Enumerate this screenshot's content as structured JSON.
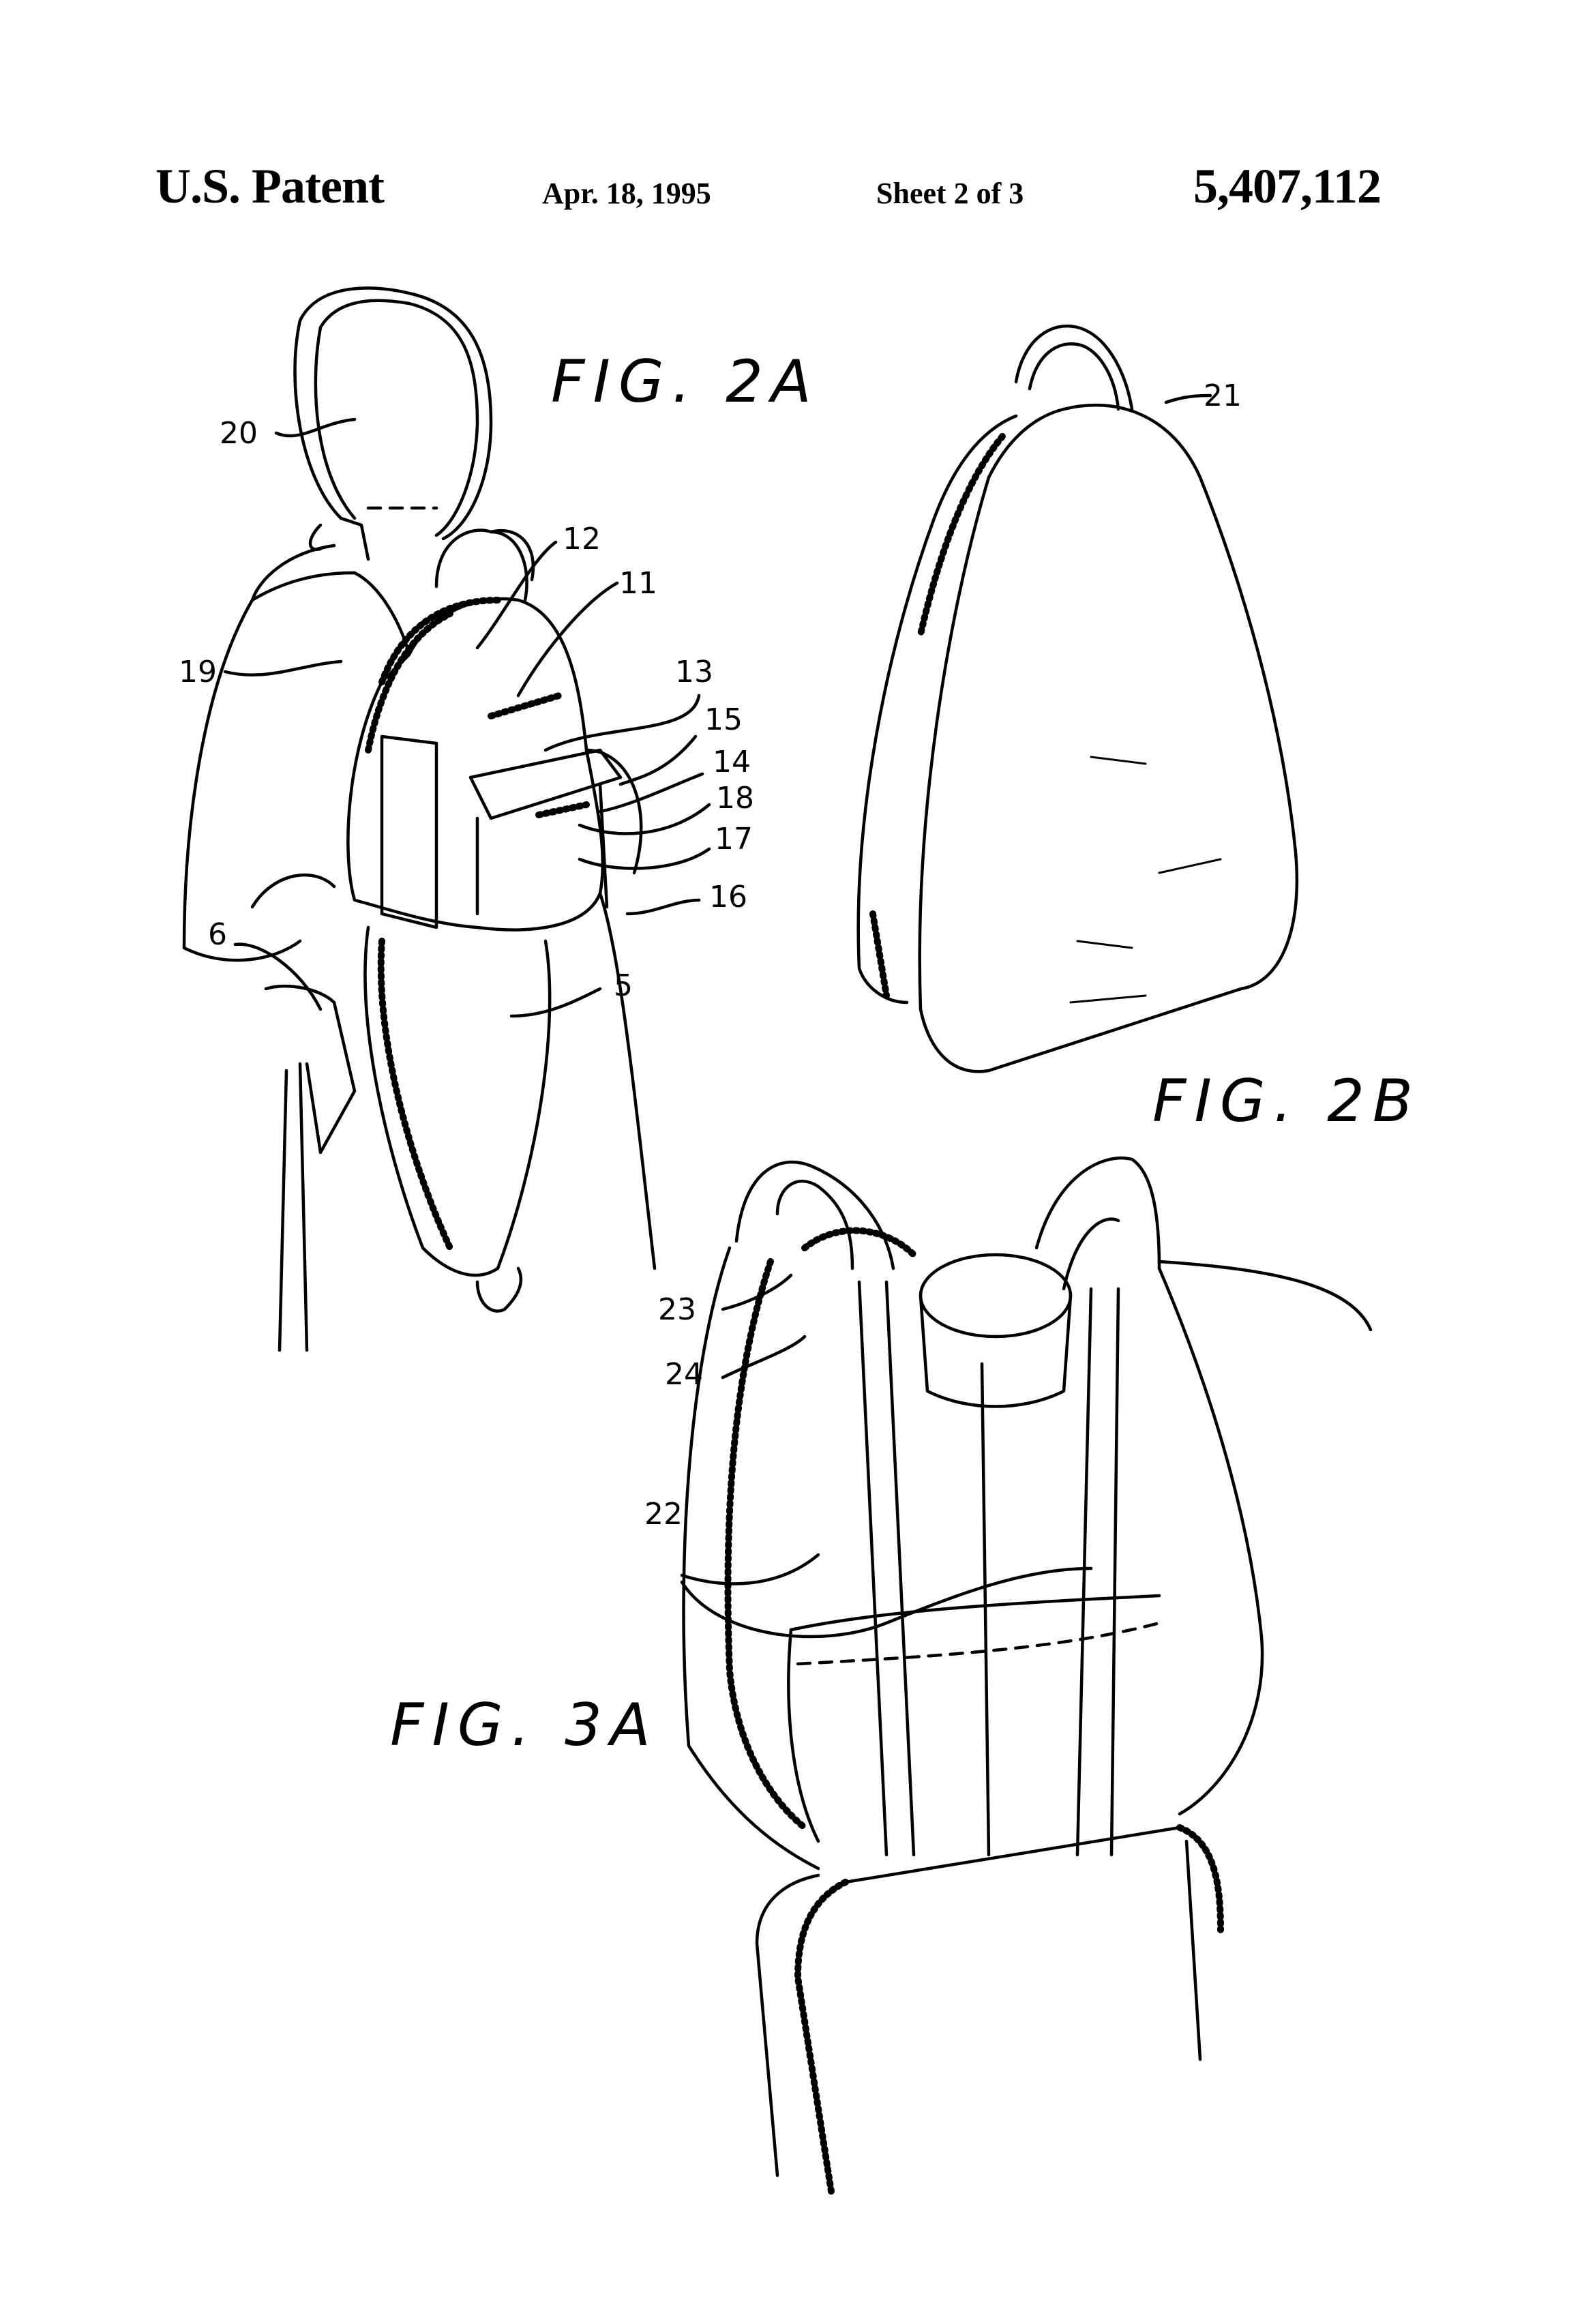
{
  "header": {
    "left": "U.S. Patent",
    "date": "Apr. 18, 1995",
    "sheet": "Sheet 2 of 3",
    "patent_number": "5,407,112"
  },
  "figures": [
    {
      "id": "fig2a",
      "label": "FIG. 2A"
    },
    {
      "id": "fig2b",
      "label": "FIG. 2B"
    },
    {
      "id": "fig3a",
      "label": "FIG. 3A"
    }
  ],
  "reference_numerals": {
    "fig2a": [
      "20",
      "12",
      "11",
      "19",
      "13",
      "15",
      "14",
      "18",
      "17",
      "16",
      "6",
      "5"
    ],
    "fig2b": [
      "21"
    ],
    "fig3a": [
      "23",
      "24",
      "22"
    ]
  }
}
